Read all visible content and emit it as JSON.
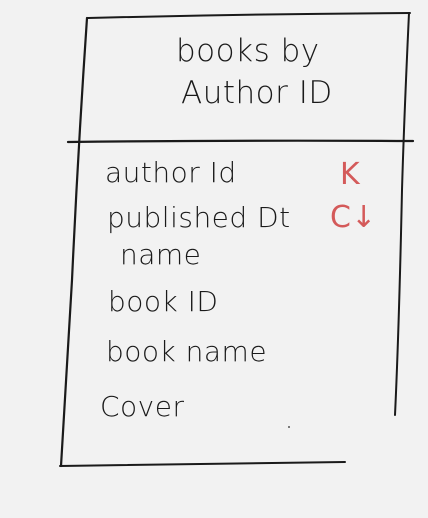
{
  "table": {
    "title_line1": "books by",
    "title_line2": "Author ID",
    "columns": [
      {
        "name_line1": "author Id",
        "key": "K"
      },
      {
        "name_line1": "published Dt",
        "name_line2": "name",
        "key": "C↓"
      },
      {
        "name_line1": "book ID"
      },
      {
        "name_line1": "book name"
      },
      {
        "name_line1": "Cover"
      }
    ]
  },
  "colors": {
    "ink": "#1a1a1a",
    "marker": "#d45a5a",
    "paper": "#f2f2f2"
  }
}
